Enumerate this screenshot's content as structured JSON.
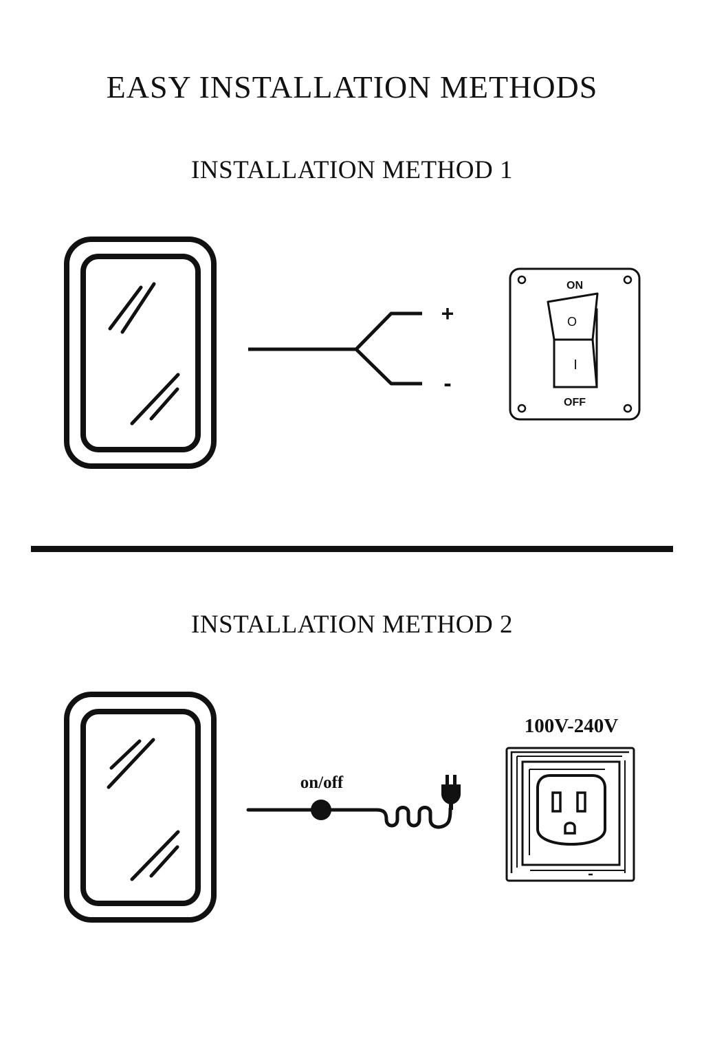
{
  "title": "EASY INSTALLATION METHODS",
  "method1": {
    "heading": "INSTALLATION METHOD 1",
    "plus_label": "+",
    "minus_label": "-",
    "switch_on_label": "ON",
    "switch_off_label": "OFF",
    "switch_upper_symbol": "O",
    "switch_lower_symbol": "I"
  },
  "method2": {
    "heading": "INSTALLATION METHOD 2",
    "cord_switch_label": "on/off",
    "outlet_voltage_label": "100V-240V"
  },
  "colors": {
    "ink": "#111111",
    "background": "#ffffff"
  }
}
